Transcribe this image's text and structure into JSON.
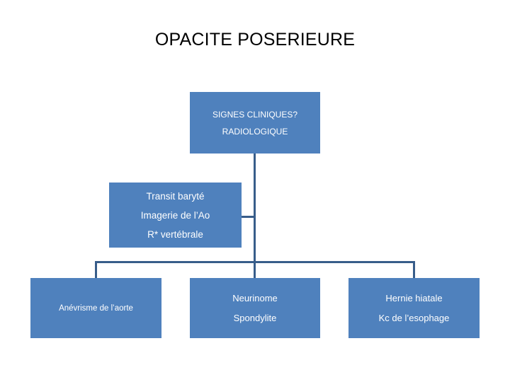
{
  "slide": {
    "title": "OPACITE POSERIEURE",
    "background_color": "#FFFFFF",
    "node_fill_color": "#4F81BD",
    "node_text_color": "#FFFFFF",
    "connector_color": "#385D8A"
  },
  "nodes": {
    "signes": {
      "name": "signes-cliniques-box",
      "line1": "SIGNES CLINIQUES?",
      "line2": "RADIOLOGIQUE"
    },
    "transit": {
      "name": "explorations-box",
      "line1": "Transit baryté",
      "line2": "Imagerie de l’Ao",
      "line3": "R* vertébrale"
    },
    "anevrisme": {
      "name": "anevrisme-box",
      "line1": "Anévrisme de l’aorte"
    },
    "neurinome": {
      "name": "neurinome-box",
      "line1": "Neurinome",
      "line2": "Spondylite"
    },
    "hernie": {
      "name": "hernie-box",
      "line1": "Hernie hiatale",
      "line2": "Kc de l’esophage"
    }
  }
}
